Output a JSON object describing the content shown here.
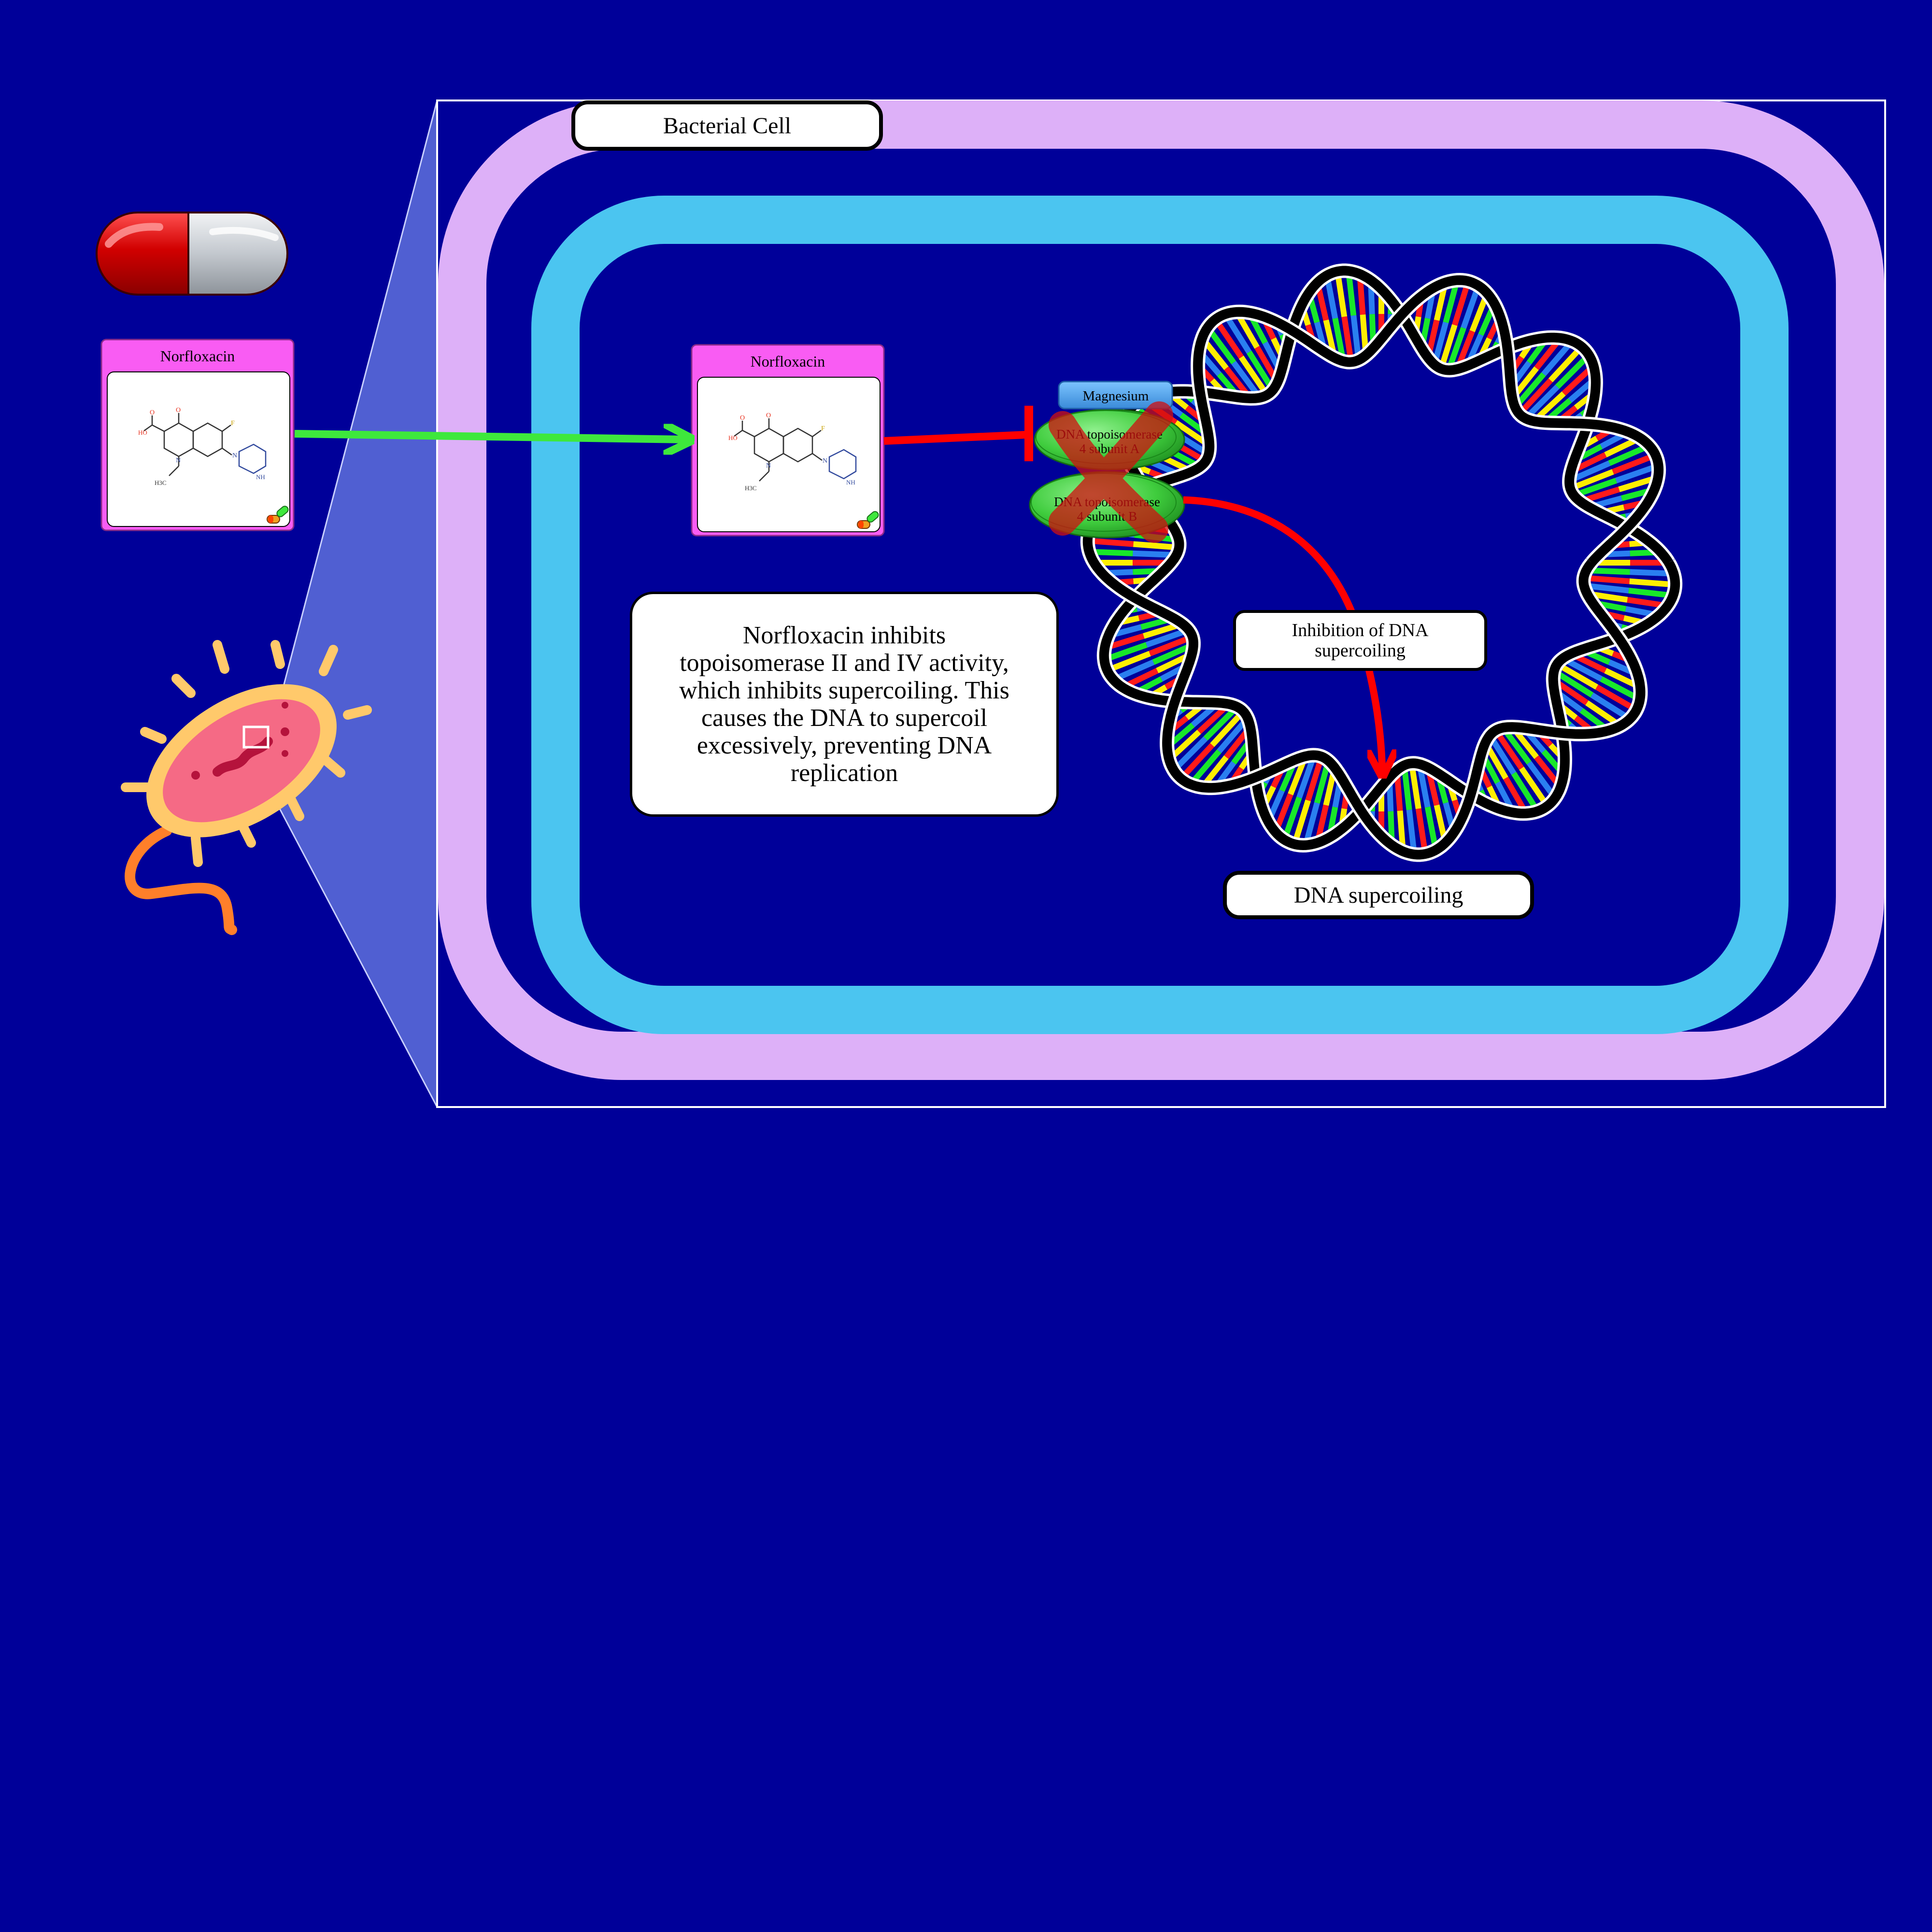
{
  "cell": {
    "title": "Bacterial Cell"
  },
  "drug": {
    "name": "Norfloxacin"
  },
  "drug_copy": {
    "name": "Norfloxacin"
  },
  "molecule": {
    "hydroxyl": "HO",
    "oxygen_top": "O",
    "oxygen_keto": "O",
    "fluorine": "F",
    "nitrogen_ring": "N",
    "nitrogen_pip": "N",
    "amine": "NH",
    "methyl": "H3C"
  },
  "magnesium": {
    "label": "Magnesium"
  },
  "enzyme_a": {
    "line1": "DNA topoisomerase",
    "line2": "4 subunit A"
  },
  "enzyme_b": {
    "line1": "DNA topoisomerase",
    "line2": "4 subunit B"
  },
  "description": {
    "text": "Norfloxacin inhibits topoisomerase II and IV activity, which inhibits supercoiling. This causes the DNA to supercoil excessively, preventing DNA replication"
  },
  "inhibition_label": {
    "line1": "Inhibition of DNA",
    "line2": "supercoiling"
  },
  "result_label": {
    "text": "DNA supercoiling"
  },
  "colors": {
    "background": "#000099",
    "outer_membrane": "#ddb0f8",
    "inner_membrane": "#4bc5f0",
    "drug_header": "#f95cf3",
    "activation_arrow": "#3ee83c",
    "inhibition_arrow": "#ff0000",
    "enzyme": "#37c43a",
    "magnesium": "#4aa3e8"
  }
}
